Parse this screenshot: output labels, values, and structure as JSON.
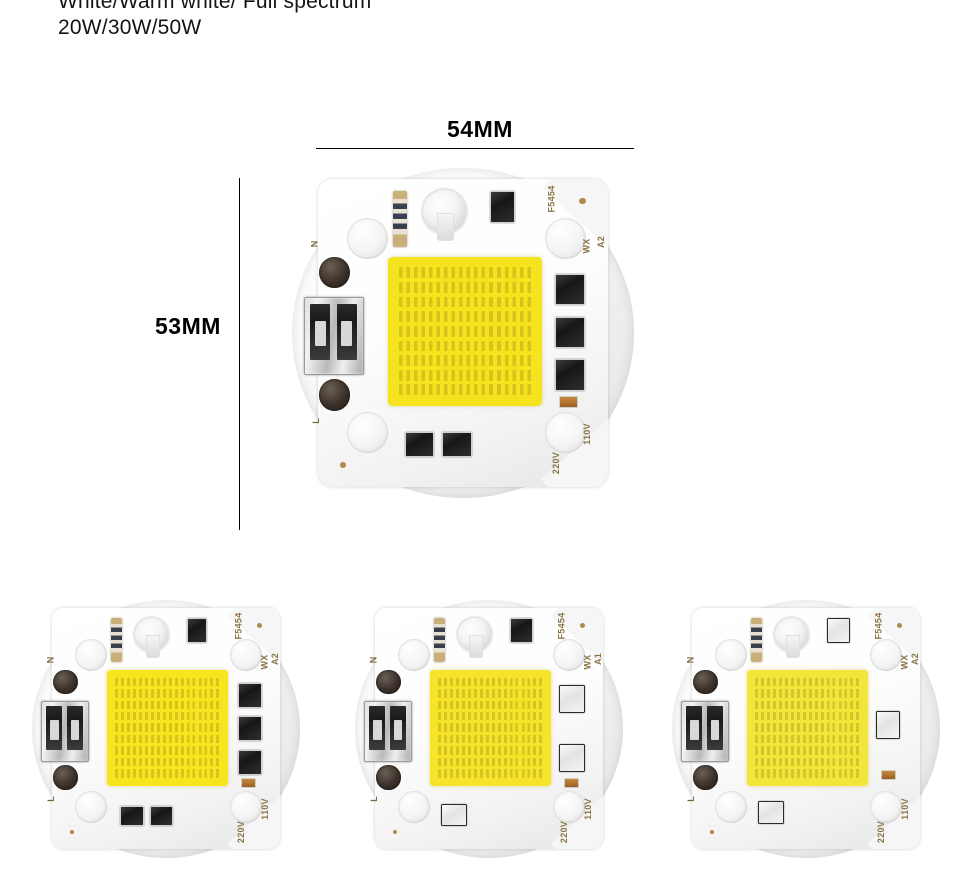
{
  "product_spec": {
    "line_1": "White/Warm white/ Full spectrum",
    "line_2": "20W/30W/50W"
  },
  "dimensions": {
    "width_label": "54MM",
    "height_label": "53MM"
  },
  "chips": [
    {
      "id": "main-chip",
      "role": "hero",
      "terminal_n": "N",
      "terminal_l": "L",
      "model_code": "F5454",
      "revision_code": "A2",
      "factory_code": "WX",
      "voltage_110": "110V",
      "voltage_220": "220V",
      "emitter_color": "#f5e31e",
      "emitter_variant": "warm-white"
    },
    {
      "id": "chip-variant-1",
      "role": "thumbnail",
      "terminal_n": "N",
      "terminal_l": "L",
      "model_code": "F5454",
      "revision_code": "A2",
      "factory_code": "WX",
      "voltage_110": "110V",
      "voltage_220": "220V",
      "emitter_color": "#f7e520",
      "emitter_variant": "warm-white"
    },
    {
      "id": "chip-variant-2",
      "role": "thumbnail",
      "terminal_n": "N",
      "terminal_l": "L",
      "model_code": "F5454",
      "revision_code": "A1",
      "factory_code": "WX",
      "voltage_110": "110V",
      "voltage_220": "220V",
      "emitter_color": "#f6e42a",
      "emitter_variant": "white"
    },
    {
      "id": "chip-variant-3",
      "role": "thumbnail",
      "terminal_n": "N",
      "terminal_l": "L",
      "model_code": "F5454",
      "revision_code": "A2",
      "factory_code": "WX",
      "voltage_110": "110V",
      "voltage_220": "220V",
      "emitter_color": "#f4e638",
      "emitter_variant": "full-spectrum"
    }
  ],
  "colors": {
    "background": "#ffffff",
    "text": "#141414",
    "dimension_line": "#000000",
    "pcb_white": "#fbfbfb",
    "silkscreen_gold": "#8a7545"
  }
}
